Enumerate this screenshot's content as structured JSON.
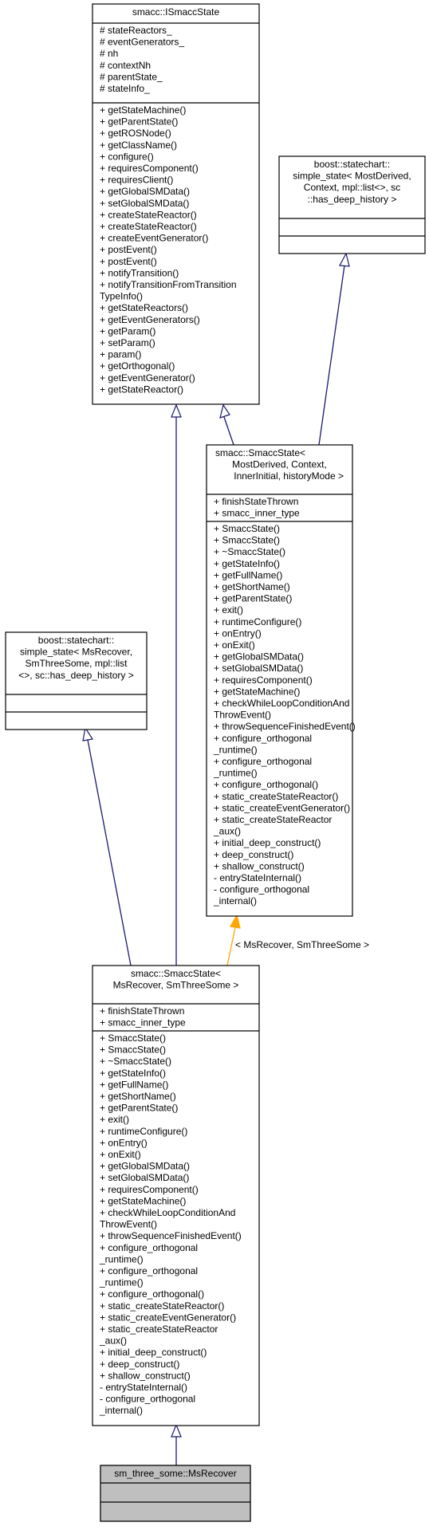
{
  "classes": {
    "ismacc": {
      "title": [
        "smacc::ISmaccState"
      ],
      "attributes": [
        "# stateReactors_",
        "# eventGenerators_",
        "# nh",
        "# contextNh",
        "# parentState_",
        "# stateInfo_"
      ],
      "methods": [
        "+ getStateMachine()",
        "+ getParentState()",
        "+ getROSNode()",
        "+ getClassName()",
        "+ configure()",
        "+ requiresComponent()",
        "+ requiresClient()",
        "+ getGlobalSMData()",
        "+ setGlobalSMData()",
        "+ createStateReactor()",
        "+ createStateReactor()",
        "+ createEventGenerator()",
        "+ postEvent()",
        "+ postEvent()",
        "+ notifyTransition()",
        "+ notifyTransitionFromTransition",
        "TypeInfo()",
        "+ getStateReactors()",
        "+ getEventGenerators()",
        "+ getParam()",
        "+ setParam()",
        "+ param()",
        "+ getOrthogonal()",
        "+ getEventGenerator()",
        "+ getStateReactor()"
      ]
    },
    "simple_state_generic": {
      "title": [
        "boost::statechart::",
        "simple_state< MostDerived,",
        "Context, mpl::list<>, sc",
        "::has_deep_history >"
      ],
      "attributes": [],
      "methods": []
    },
    "smacc_template": {
      "title": [
        "smacc::SmaccState<",
        "MostDerived, Context,",
        "InnerInitial, historyMode >"
      ],
      "attributes": [
        "+ finishStateThrown",
        "+ smacc_inner_type"
      ],
      "methods": [
        "+ SmaccState()",
        "+ SmaccState()",
        "+ ~SmaccState()",
        "+ getStateInfo()",
        "+ getFullName()",
        "+ getShortName()",
        "+ getParentState()",
        "+ exit()",
        "+ runtimeConfigure()",
        "+ onEntry()",
        "+ onExit()",
        "+ getGlobalSMData()",
        "+ setGlobalSMData()",
        "+ requiresComponent()",
        "+ getStateMachine()",
        "+ checkWhileLoopConditionAnd",
        "ThrowEvent()",
        "+ throwSequenceFinishedEvent()",
        "+ configure_orthogonal",
        "_runtime()",
        "+ configure_orthogonal",
        "_runtime()",
        "+ configure_orthogonal()",
        "+ static_createStateReactor()",
        "+ static_createEventGenerator()",
        "+ static_createStateReactor",
        "_aux()",
        "+ initial_deep_construct()",
        "+ deep_construct()",
        "+ shallow_construct()",
        "- entryStateInternal()",
        "- configure_orthogonal",
        "_internal()"
      ]
    },
    "simple_state_msrecover": {
      "title": [
        "boost::statechart::",
        "simple_state< MsRecover,",
        "SmThreeSome, mpl::list",
        "<>, sc::has_deep_history >"
      ],
      "attributes": [],
      "methods": []
    },
    "smacc_instance": {
      "title": [
        "smacc::SmaccState<",
        "MsRecover, SmThreeSome >"
      ],
      "attributes": [
        "+ finishStateThrown",
        "+ smacc_inner_type"
      ],
      "methods": [
        "+ SmaccState()",
        "+ SmaccState()",
        "+ ~SmaccState()",
        "+ getStateInfo()",
        "+ getFullName()",
        "+ getShortName()",
        "+ getParentState()",
        "+ exit()",
        "+ runtimeConfigure()",
        "+ onEntry()",
        "+ onExit()",
        "+ getGlobalSMData()",
        "+ setGlobalSMData()",
        "+ requiresComponent()",
        "+ getStateMachine()",
        "+ checkWhileLoopConditionAnd",
        "ThrowEvent()",
        "+ throwSequenceFinishedEvent()",
        "+ configure_orthogonal",
        "_runtime()",
        "+ configure_orthogonal",
        "_runtime()",
        "+ configure_orthogonal()",
        "+ static_createStateReactor()",
        "+ static_createEventGenerator()",
        "+ static_createStateReactor",
        "_aux()",
        "+ initial_deep_construct()",
        "+ deep_construct()",
        "+ shallow_construct()",
        "- entryStateInternal()",
        "- configure_orthogonal",
        "_internal()"
      ]
    },
    "msrecover": {
      "title": [
        "sm_three_some::MsRecover"
      ],
      "attributes": [],
      "methods": []
    }
  },
  "edges": {
    "template_binding_label": "< MsRecover, SmThreeSome >"
  },
  "colors": {
    "inheritance_edge": "#191970",
    "template_edge": "#ffa500",
    "highlight_fill": "#bfbfbf"
  }
}
